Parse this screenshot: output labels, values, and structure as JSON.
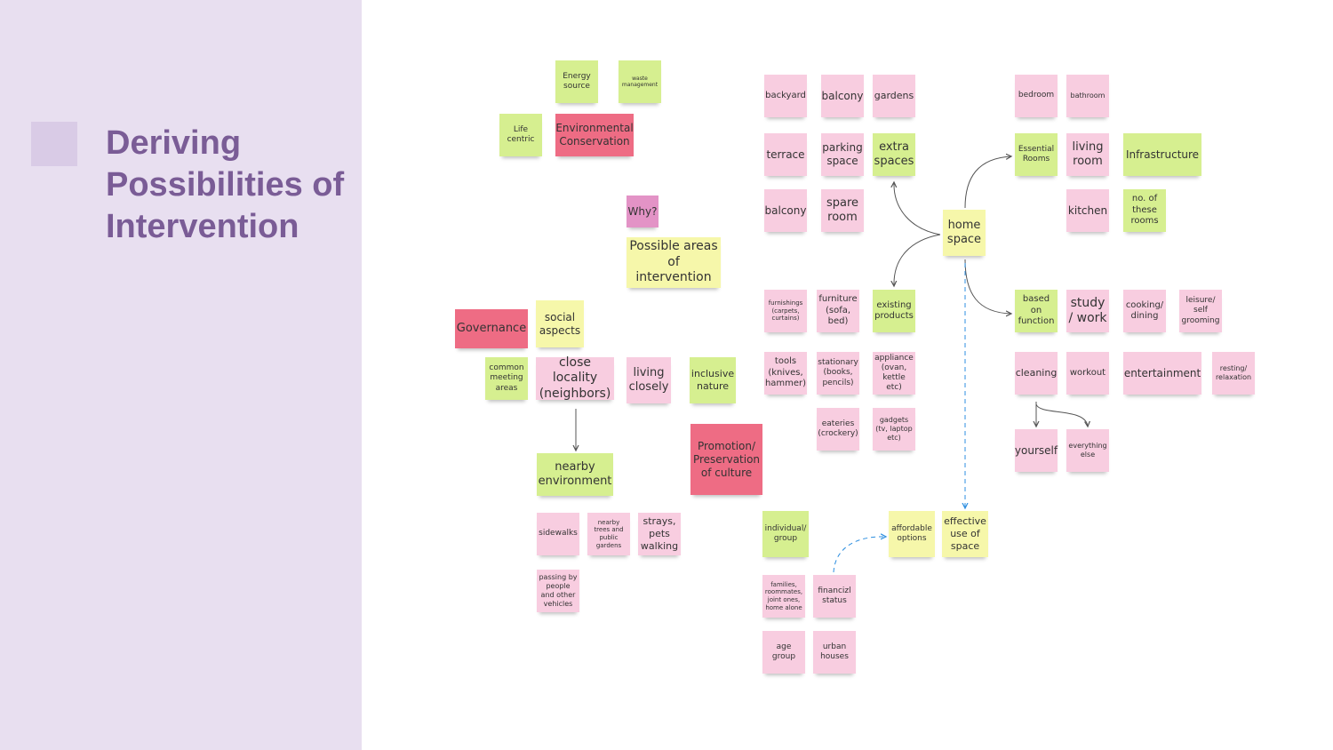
{
  "slide": {
    "title": "Deriving Possibilities of Intervention"
  },
  "colors": {
    "green": "#d6ef90",
    "pink": "#f8cde0",
    "red": "#ee6c84",
    "yellow": "#f6f7aa",
    "purple": "#e393c6",
    "panel": "#e8dff0",
    "title": "#7a5c96",
    "connector": "#555555",
    "dashed": "#2e8fe0"
  },
  "notes": [
    {
      "text": "Energy source",
      "color": "green"
    },
    {
      "text": "waste management",
      "color": "green"
    },
    {
      "text": "Life centric",
      "color": "green"
    },
    {
      "text": "Environmental Conservation",
      "color": "red"
    },
    {
      "text": "Why?",
      "color": "purple"
    },
    {
      "text": "Possible areas of intervention",
      "color": "yellow"
    },
    {
      "text": "Governance",
      "color": "red"
    },
    {
      "text": "social aspects",
      "color": "yellow"
    },
    {
      "text": "common meeting areas",
      "color": "green"
    },
    {
      "text": "close locality (neighbors)",
      "color": "pink"
    },
    {
      "text": "living closely",
      "color": "pink"
    },
    {
      "text": "inclusive nature",
      "color": "green"
    },
    {
      "text": "nearby environment",
      "color": "green"
    },
    {
      "text": "Promotion/ Preservation of culture",
      "color": "red"
    },
    {
      "text": "sidewalks",
      "color": "pink"
    },
    {
      "text": "nearby trees and public gardens",
      "color": "pink"
    },
    {
      "text": "strays, pets walking",
      "color": "pink"
    },
    {
      "text": "passing by people and other vehicles",
      "color": "pink"
    },
    {
      "text": "individual/ group",
      "color": "green"
    },
    {
      "text": "families, roommates, joint ones, home alone",
      "color": "pink"
    },
    {
      "text": "financizl status",
      "color": "pink"
    },
    {
      "text": "age group",
      "color": "pink"
    },
    {
      "text": "urban houses",
      "color": "pink"
    },
    {
      "text": "affordable options",
      "color": "yellow"
    },
    {
      "text": "effective use of space",
      "color": "yellow"
    },
    {
      "text": "backyard",
      "color": "pink"
    },
    {
      "text": "balcony",
      "color": "pink"
    },
    {
      "text": "gardens",
      "color": "pink"
    },
    {
      "text": "terrace",
      "color": "pink"
    },
    {
      "text": "parking space",
      "color": "pink"
    },
    {
      "text": "extra spaces",
      "color": "green"
    },
    {
      "text": "balcony",
      "color": "pink"
    },
    {
      "text": "spare room",
      "color": "pink"
    },
    {
      "text": "home space",
      "color": "yellow"
    },
    {
      "text": "furnishings (carpets, curtains)",
      "color": "pink"
    },
    {
      "text": "furniture (sofa, bed)",
      "color": "pink"
    },
    {
      "text": "existing products",
      "color": "green"
    },
    {
      "text": "tools (knives, hammer)",
      "color": "pink"
    },
    {
      "text": "stationary (books, pencils)",
      "color": "pink"
    },
    {
      "text": "appliance (ovan, kettle etc)",
      "color": "pink"
    },
    {
      "text": "eateries (crockery)",
      "color": "pink"
    },
    {
      "text": "gadgets (tv, laptop etc)",
      "color": "pink"
    },
    {
      "text": "bedroom",
      "color": "pink"
    },
    {
      "text": "bathroom",
      "color": "pink"
    },
    {
      "text": "Essential Rooms",
      "color": "green"
    },
    {
      "text": "living room",
      "color": "pink"
    },
    {
      "text": "Infrastructure",
      "color": "green"
    },
    {
      "text": "kitchen",
      "color": "pink"
    },
    {
      "text": "no. of these rooms",
      "color": "green"
    },
    {
      "text": "based on function",
      "color": "green"
    },
    {
      "text": "study / work",
      "color": "pink"
    },
    {
      "text": "cooking/ dining",
      "color": "pink"
    },
    {
      "text": "leisure/ self grooming",
      "color": "pink"
    },
    {
      "text": "cleaning",
      "color": "pink"
    },
    {
      "text": "workout",
      "color": "pink"
    },
    {
      "text": "entertainment",
      "color": "pink"
    },
    {
      "text": "resting/ relaxation",
      "color": "pink"
    },
    {
      "text": "yourself",
      "color": "pink"
    },
    {
      "text": "everything else",
      "color": "pink"
    }
  ]
}
